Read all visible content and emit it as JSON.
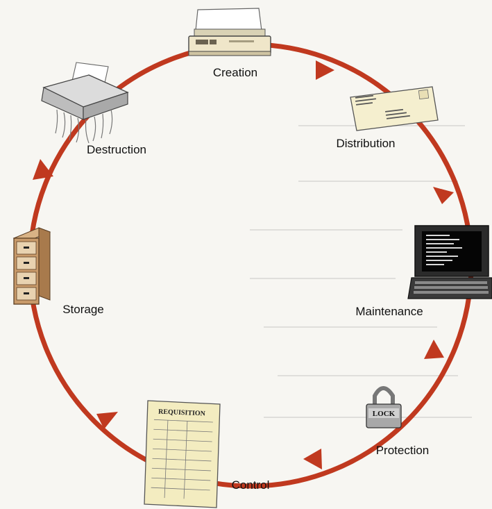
{
  "stages": [
    {
      "label": "Creation"
    },
    {
      "label": "Distribution"
    },
    {
      "label": "Maintenance"
    },
    {
      "label": "Protection"
    },
    {
      "label": "Control"
    },
    {
      "label": "Storage"
    },
    {
      "label": "Destruction"
    }
  ],
  "form": {
    "title": "REQUISITION"
  },
  "padlock": {
    "text": "LOCK"
  },
  "colors": {
    "cycle": "#c0391f",
    "paper": "#f3ecc0",
    "cabinet": "#c89a6a"
  },
  "icons": [
    "printer-icon",
    "envelope-icon",
    "computer-icon",
    "padlock-icon",
    "requisition-form-icon",
    "file-cabinet-icon",
    "shredder-icon"
  ]
}
